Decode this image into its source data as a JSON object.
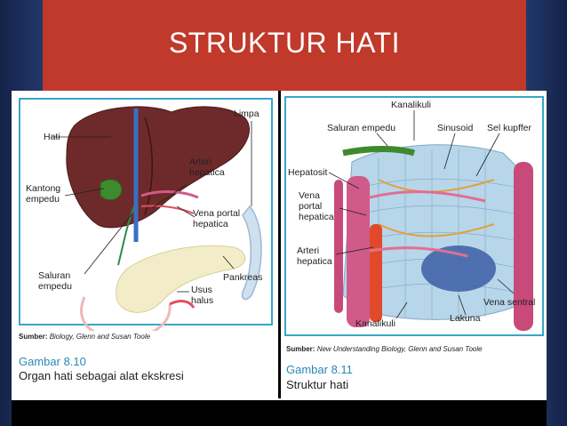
{
  "slide": {
    "title": "STRUKTUR HATI"
  },
  "left_figure": {
    "labels": {
      "hati": "Hati",
      "limpa": "Limpa",
      "arteri": "Arteri\nhepatica",
      "kantong": "Kantong\nempedu",
      "vena_portal": "Vena portal\nhepatica",
      "pankreas": "Pankreas",
      "saluran": "Saluran\nempedu",
      "usus": "Usus\nhalus"
    },
    "source_prefix": "Sumber:",
    "source_text": "Biology, Glenn and Susan Toole",
    "caption_number": "Gambar 8.10",
    "caption_text": "Organ hati sebagai alat ekskresi"
  },
  "right_figure": {
    "labels": {
      "kanalikuli_top": "Kanalikuli",
      "saluran": "Saluran empedu",
      "sinusoid": "Sinusoid",
      "sel_kupffer": "Sel kupffer",
      "hepatosit": "Hepatosit",
      "vena_portal": "Vena\nportal\nhepatica",
      "arteri": "Arteri\nhepatica",
      "vena_sentral": "Vena sentral",
      "kanalikuli_bottom": "Kanalikuli",
      "lakuna": "Lakuna"
    },
    "source_prefix": "Sumber:",
    "source_text": "New Understanding Biology, Glenn and Susan Toole",
    "caption_number": "Gambar 8.11",
    "caption_text": "Struktur hati"
  },
  "colors": {
    "title_bar": "#c0392b",
    "background": "#1b2d58",
    "frame": "#3aa5c9",
    "caption_number": "#2a88b5",
    "liver": "#6e2a2a",
    "vessel_pink": "#d05a8a"
  }
}
